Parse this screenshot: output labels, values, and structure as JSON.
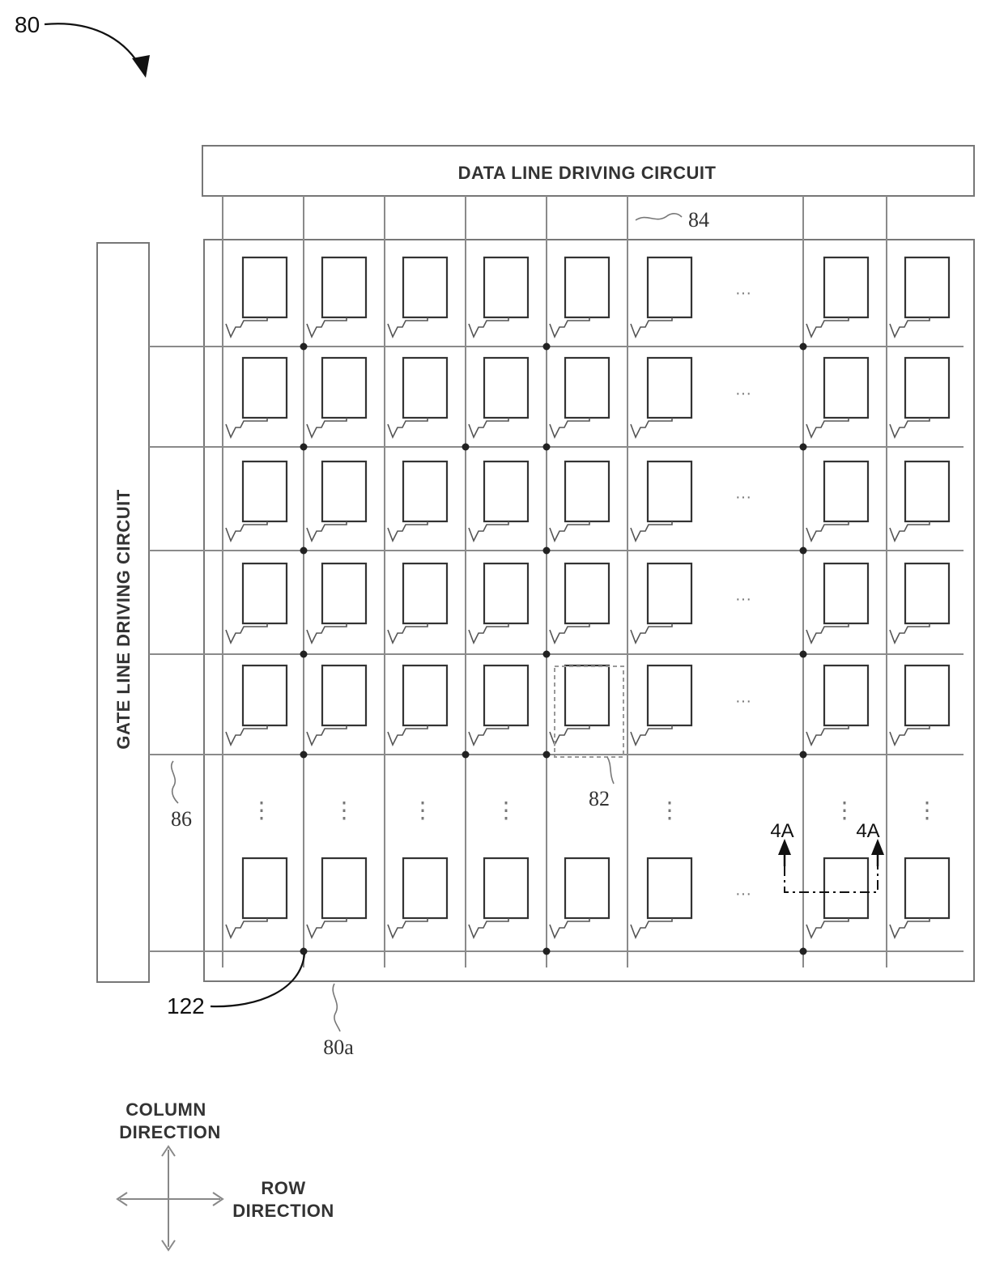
{
  "figure_ref": "80",
  "panel_ref": "80a",
  "data_line_circuit_label": "DATA LINE DRIVING CIRCUIT",
  "gate_line_circuit_label": "GATE LINE DRIVING CIRCUIT",
  "data_line_ref": "84",
  "gate_line_ref": "86",
  "pixel_unit_ref": "82",
  "node_ref": "122",
  "section_mark_left": "4A",
  "section_mark_right": "4A",
  "ellipsis_horizontal": "···",
  "ellipsis_vertical": "⋮",
  "axis_column_line1": "COLUMN",
  "axis_column_line2": "DIRECTION",
  "axis_row_line1": "ROW",
  "axis_row_line2": "DIRECTION",
  "colors": {
    "line": "#8a8a8a",
    "pixel": "#333333",
    "node": "#222222"
  }
}
